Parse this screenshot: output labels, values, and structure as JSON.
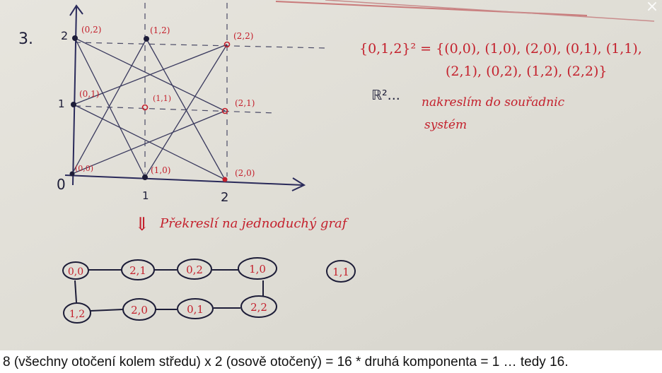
{
  "viewer": {
    "close_icon": "close-icon",
    "close_glyph": "×"
  },
  "board": {
    "problem_number": "3.",
    "axis_x_ticks": [
      "0",
      "1",
      "2"
    ],
    "axis_y_ticks": [
      "0",
      "1",
      "2"
    ],
    "points": [
      {
        "x": 0,
        "y": 0,
        "label": "(0,0)"
      },
      {
        "x": 1,
        "y": 0,
        "label": "(1,0)"
      },
      {
        "x": 2,
        "y": 0,
        "label": "(2,0)"
      },
      {
        "x": 0,
        "y": 1,
        "label": "(0,1)"
      },
      {
        "x": 1,
        "y": 1,
        "label": "(1,1)"
      },
      {
        "x": 2,
        "y": 1,
        "label": "(2,1)"
      },
      {
        "x": 0,
        "y": 2,
        "label": "(0,2)"
      },
      {
        "x": 1,
        "y": 2,
        "label": "(1,2)"
      },
      {
        "x": 2,
        "y": 2,
        "label": "(2,2)"
      }
    ],
    "set_line_1": "{0,1,2}² = {(0,0), (1,0), (2,0), (0,1), (1,1),",
    "set_line_2": "(2,1), (0,2), (1,2), (2,2)}",
    "r2_label": "ℝ²...",
    "note_line_1": "nakreslím do souřadnic",
    "note_line_2": "systém",
    "arrow_glyph": "⇓",
    "redraw_note": "Překreslí na jednoduchý graf",
    "graph_nodes": [
      "0,0",
      "2,1",
      "0,2",
      "1,0",
      "1,2",
      "2,0",
      "0,1",
      "2,2",
      "1,1"
    ]
  },
  "caption": "8 (všechny otočení kolem středu) x 2 (osově otočený) = 16 * druhá komponenta = 1 … tedy 16.",
  "colors": {
    "board": "#e3e1da",
    "ink_dark": "#1d1d38",
    "ink_red": "#c4202c"
  }
}
